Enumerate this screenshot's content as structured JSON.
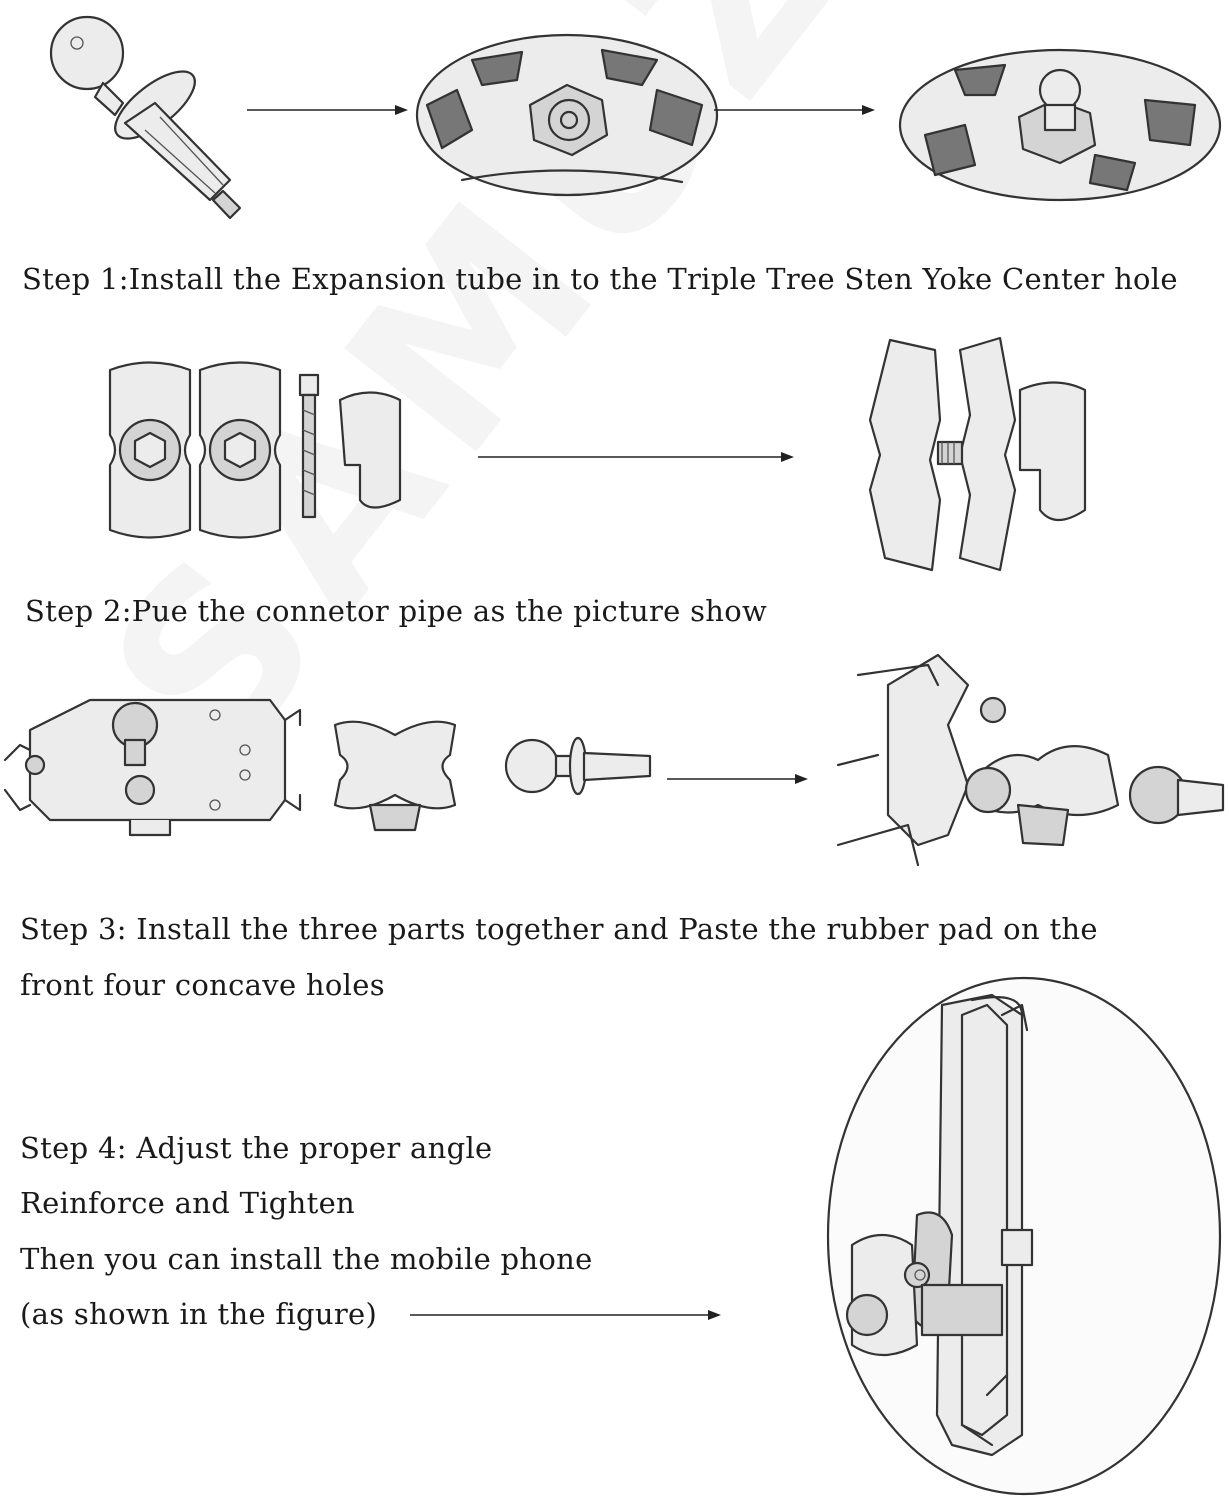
{
  "watermark": "SAMUZOKI",
  "steps": [
    {
      "text": "Step 1:Install the Expansion tube in to the Triple Tree Sten Yoke Center hole"
    },
    {
      "text": "Step 2:Pue the connetor pipe as the picture show"
    },
    {
      "line1": "Step 3: Install the three parts together and Paste the rubber pad on the",
      "line2": "front four concave holes"
    },
    {
      "line1": "Step 4: Adjust the proper angle",
      "line2": "Reinforce and Tighten",
      "line3": "Then you can install the mobile phone",
      "line4": "(as shown in the figure)"
    }
  ]
}
